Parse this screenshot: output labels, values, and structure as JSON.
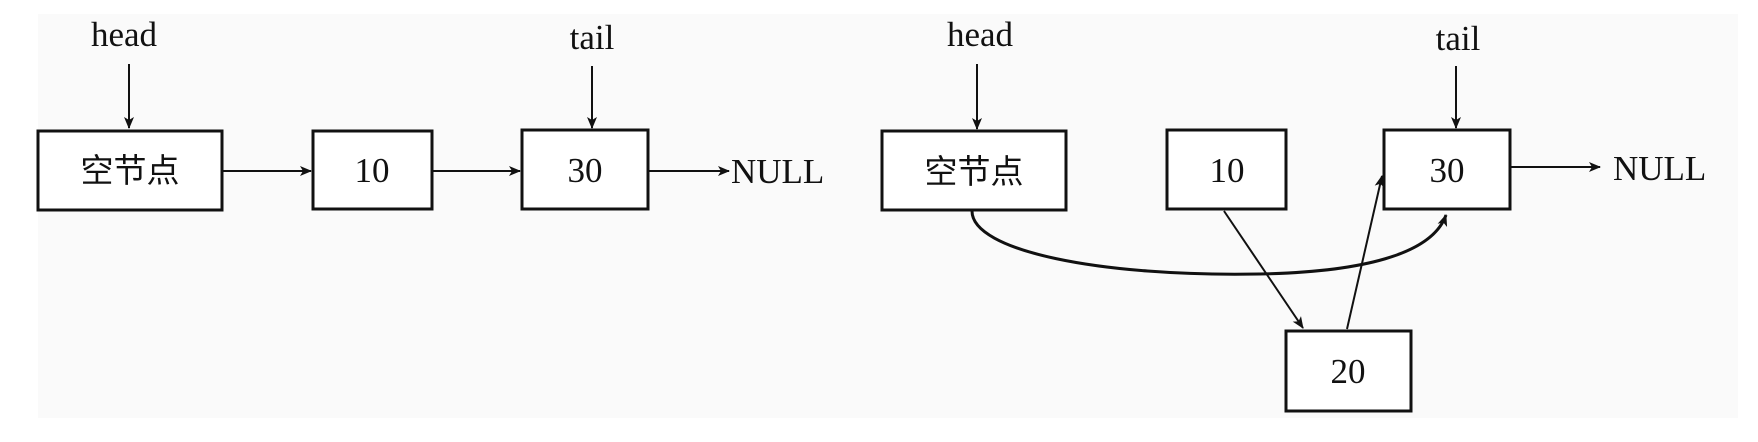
{
  "diagram": {
    "left": {
      "head_label": "head",
      "tail_label": "tail",
      "nodes": [
        "空节点",
        "10",
        "30"
      ],
      "null_label": "NULL"
    },
    "right": {
      "head_label": "head",
      "tail_label": "tail",
      "nodes": [
        "空节点",
        "10",
        "30",
        "20"
      ],
      "null_label": "NULL"
    }
  }
}
